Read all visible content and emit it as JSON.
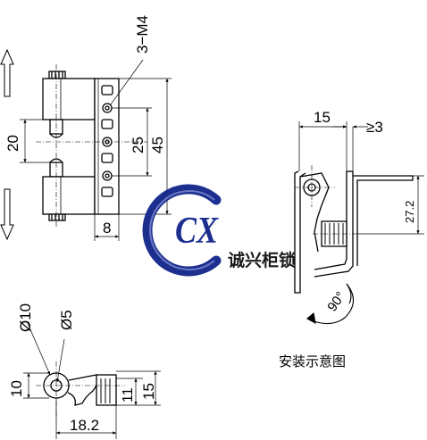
{
  "front_view": {
    "hole_label": "3−M4",
    "dim_pin_span": "20",
    "dim_hole_pitch": "25",
    "dim_overall_height": "45",
    "dim_plate_width": "8"
  },
  "side_view": {
    "dim_outer_dia": "Ø10",
    "dim_inner_dia": "Ø5",
    "dim_height_left": "10",
    "dim_height_mid": "11",
    "dim_height_right": "15",
    "dim_length": "18.2"
  },
  "install_view": {
    "dim_depth": "15",
    "dim_gap": "≥3",
    "dim_height": "27.2",
    "rotation_label": "90°",
    "caption": "安装示意图"
  },
  "logo": {
    "monogram": "CX",
    "brand": "诚兴柜锁",
    "colors": {
      "ring": "#1c2f8f",
      "letter": "#1c2f8f"
    }
  },
  "icons": [
    "arrow-up-icon",
    "arrow-down-icon",
    "rotation-arrow-icon"
  ]
}
